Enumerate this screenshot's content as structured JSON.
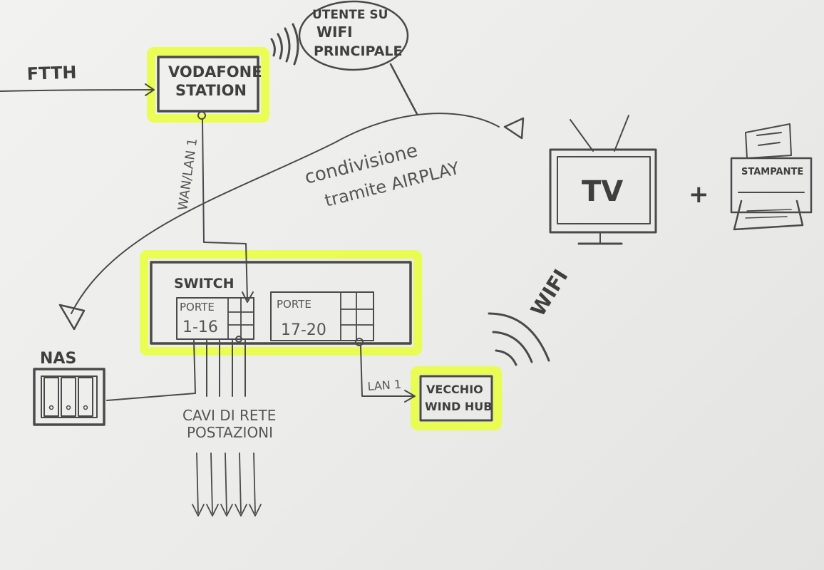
{
  "labels": {
    "ftth": "FTTH",
    "router_line1": "VODAFONE",
    "router_line2": "STATION",
    "bubble_line1": "UTENTE SU",
    "bubble_line2": "WIFI",
    "bubble_line3": "PRINCIPALE",
    "wan": "WAN/LAN 1",
    "airplay_line1": "condivisione",
    "airplay_line2": "tramite AIRPLAY",
    "tv": "TV",
    "plus": "+",
    "printer": "STAMPANTE",
    "switch": "SWITCH",
    "ports_a_line1": "PORTE",
    "ports_a_line2": "1-16",
    "ports_b_line1": "PORTE",
    "ports_b_line2": "17-20",
    "wifi": "WIFI",
    "nas": "NAS",
    "cables_line1": "CAVI DI RETE",
    "cables_line2": "POSTAZIONI",
    "lan1": "LAN 1",
    "hub_line1": "VECCHIO",
    "hub_line2": "WIND HUB"
  },
  "colors": {
    "highlighter": "#e9ff3a",
    "pencil": "#4a4a4a",
    "paper": "#efefed"
  }
}
